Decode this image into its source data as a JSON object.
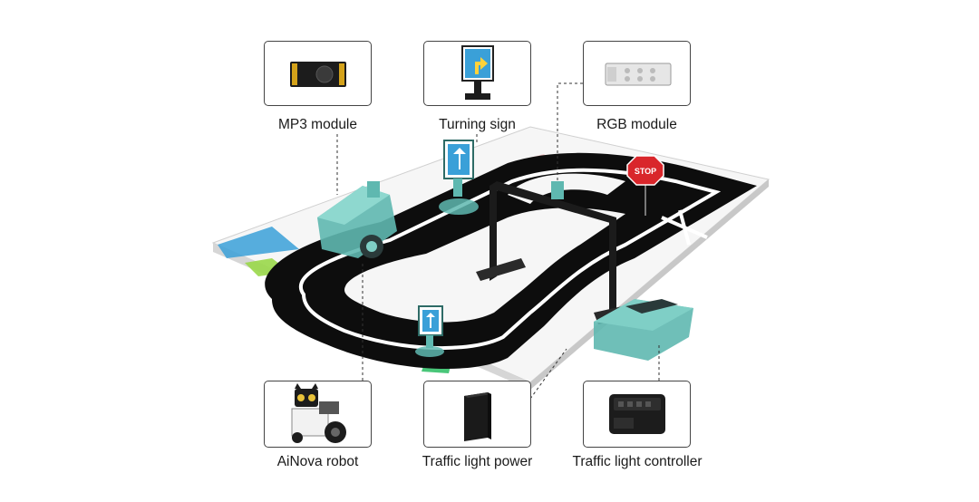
{
  "components": {
    "mp3": {
      "label": "MP3 module",
      "icon": "mp3-module-icon"
    },
    "turning_sign": {
      "label": "Turning sign",
      "icon": "turning-sign-icon"
    },
    "rgb": {
      "label": "RGB module",
      "icon": "rgb-module-icon"
    },
    "robot": {
      "label": "AiNova robot",
      "icon": "robot-icon"
    },
    "power": {
      "label": "Traffic light power",
      "icon": "power-bank-icon"
    },
    "controller": {
      "label": "Traffic light controller",
      "icon": "controller-icon"
    }
  },
  "scene": {
    "stop_sign_text": "STOP",
    "colors": {
      "track": "#0d0d0d",
      "mat": "#f4f4f4",
      "accent_teal": "#5fb8b0",
      "accent_blue": "#3aa0d8",
      "accent_green": "#35c06a",
      "stop_red": "#d9262b"
    }
  }
}
